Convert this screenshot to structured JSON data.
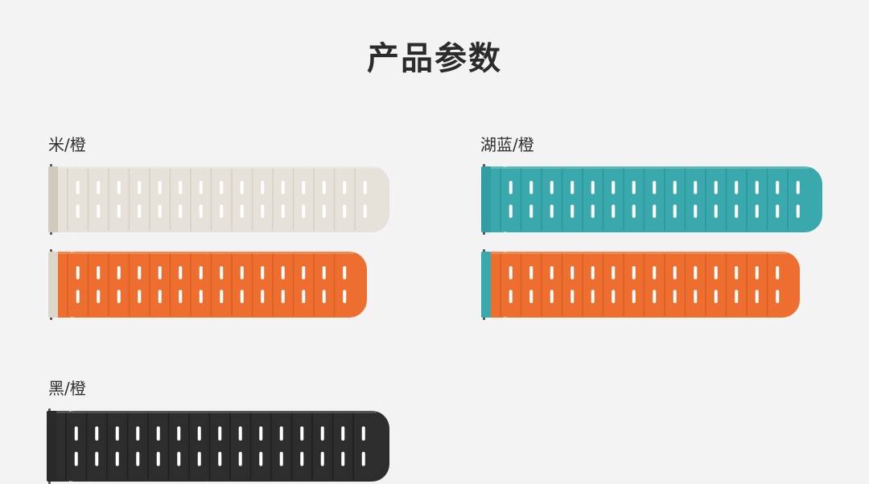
{
  "title": "产品参数",
  "variants": [
    {
      "label": "米/橙",
      "straps": [
        {
          "color": "#e6e2d9",
          "shade": "#d6d1c6",
          "hole": "#ffffff",
          "clasp": "#cfcabd"
        },
        {
          "color": "#ee6e2f",
          "shade": "#d65f24",
          "hole": "#ffffff",
          "clasp": "#dcd7cb"
        }
      ]
    },
    {
      "label": "湖蓝/橙",
      "straps": [
        {
          "color": "#3aa9ae",
          "shade": "#2f959a",
          "hole": "#ffffff",
          "clasp": "#2f9da2"
        },
        {
          "color": "#ee6e2f",
          "shade": "#d65f24",
          "hole": "#ffffff",
          "clasp": "#3aa9ae"
        }
      ]
    },
    {
      "label": "黑/橙",
      "straps": [
        {
          "color": "#2d2d2d",
          "shade": "#1f1f1f",
          "hole": "#ffffff",
          "clasp": "#2a2a2a"
        }
      ]
    }
  ]
}
